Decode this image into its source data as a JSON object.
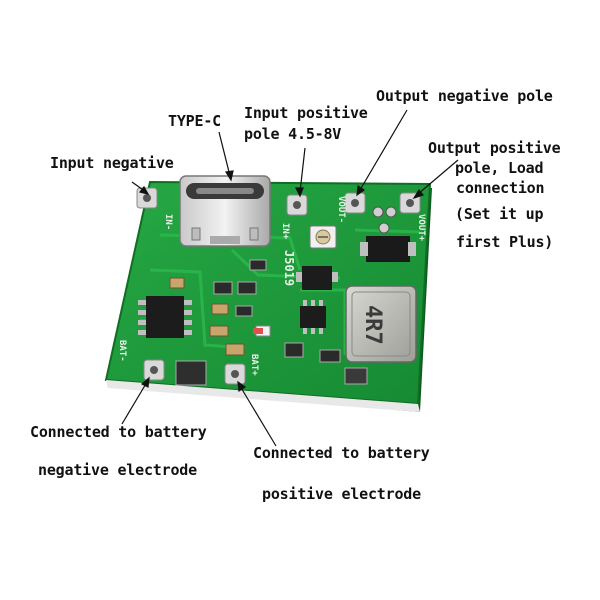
{
  "callouts": {
    "input_negative": "Input negative",
    "type_c": "TYPE-C",
    "input_positive_line1": "Input positive",
    "input_positive_line2": "pole 4.5-8V",
    "output_negative": "Output negative pole",
    "output_positive_line1": "Output positive",
    "output_positive_line2": "pole, Load",
    "output_positive_line3": "connection",
    "output_positive_line4": "(Set it up",
    "output_positive_line5": "first Plus)",
    "battery_negative_line1": "Connected to battery",
    "battery_negative_line2": "negative electrode",
    "battery_positive_line1": "Connected to battery",
    "battery_positive_line2": "positive electrode"
  },
  "silkscreen": {
    "in_minus": "IN-",
    "in_plus": "IN+",
    "chip_id": "J5019",
    "vout_minus": "VOUT-",
    "vout_plus": "VOUT+",
    "bat_minus": "BAT-",
    "bat_plus": "BAT+",
    "inductor": "4R7"
  },
  "colors": {
    "pcb": "#1f9a3a",
    "pcb_edge": "#0f6e24",
    "text": "#111111"
  }
}
